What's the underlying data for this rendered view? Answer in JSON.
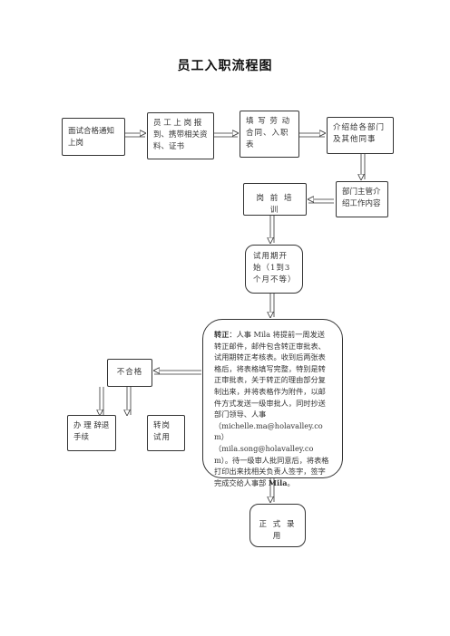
{
  "title": "员工入职流程图",
  "nodes": {
    "interview": "面试合格通知上岗",
    "report": "员 工 上 岗 报到、携带相关资料、证书",
    "contract": "填 写 劳 动合同、入职表",
    "introduce": "介绍给各部门及其他同事",
    "supervisor": "部门主管介绍工作内容",
    "training": "岗 前 培 训",
    "probation": "试用期开始（1到3个月不等）",
    "conversion_label": "转正",
    "conversion_body_1": "：人事 Mila 将提前一周发送转正邮件，邮件包含转正审批表、试用期转正考核表。收到后两张表格后，将表格填写完整，特别是转正审批表，关于转正的理由部分复制出来，并将表格作为附件，以邮件方式发送一级审批人，同时抄送部门领导、人事",
    "conversion_email_1": "（michelle.ma@holavalley.com）",
    "conversion_email_2": "（mila.song@holavalley.com）",
    "conversion_body_2": "。待一级审人批同意后，将表格打印出来找相关负责人签字，签字完成交给人事部 ",
    "conversion_name": "Mila",
    "conversion_end": "。",
    "fail": "不合格",
    "resign": "办 理 辞退手续",
    "transfer": "转岗试用",
    "hire": "正 式 录 用"
  }
}
